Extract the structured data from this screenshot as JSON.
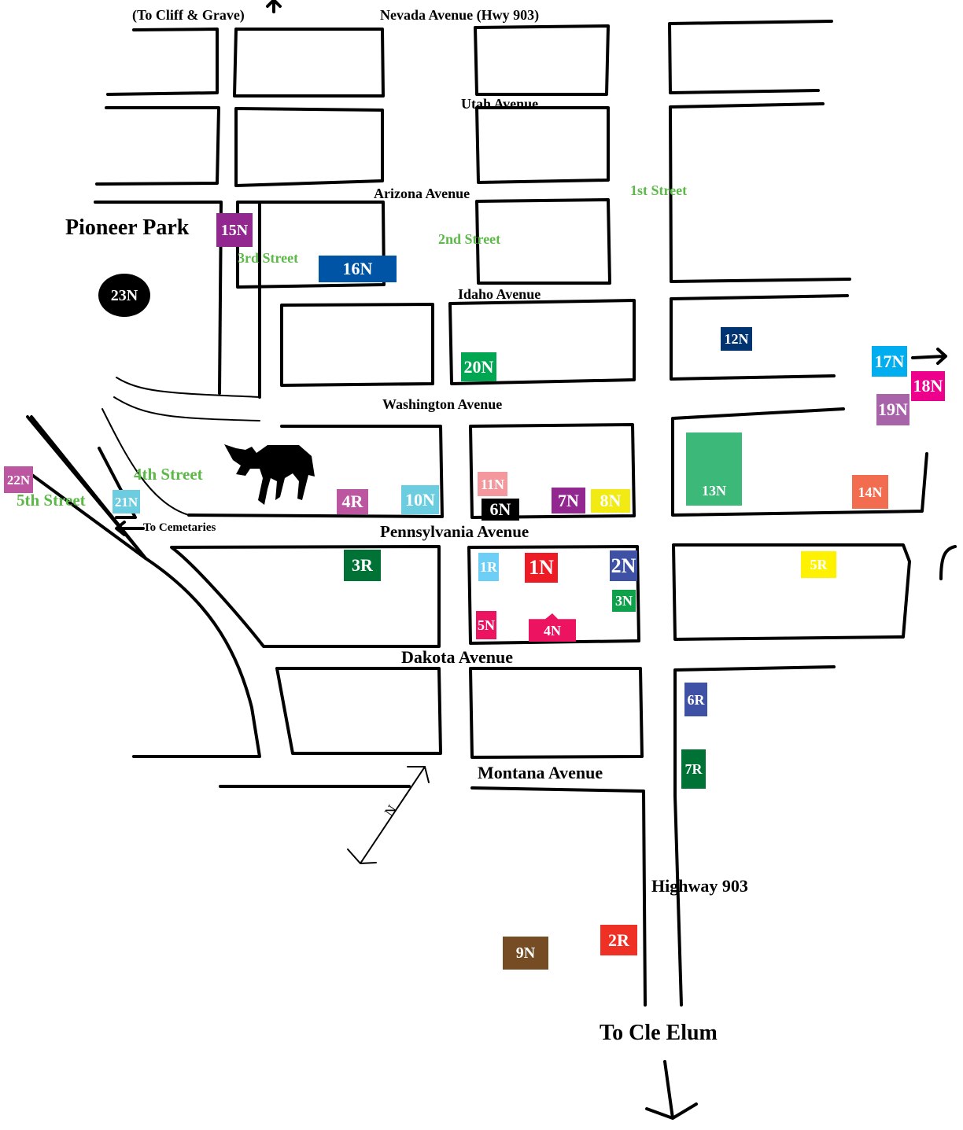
{
  "map": {
    "labels": {
      "to_cliff_grave": "(To Cliff & Grave)",
      "nevada": "Nevada Avenue (Hwy 903)",
      "utah": "Utah Avenue",
      "arizona": "Arizona Avenue",
      "idaho": "Idaho Avenue",
      "washington": "Washington Avenue",
      "pennsylvania": "Pennsylvania Avenue",
      "dakota": "Dakota Avenue",
      "montana": "Montana Avenue",
      "highway": "Highway 903",
      "to_cle_elum": "To Cle Elum",
      "to_cemetaries": "To Cemetaries",
      "pioneer_park": "Pioneer Park",
      "first_street": "1st Street",
      "second_street": "2nd Street",
      "third_street": "3rd Street",
      "fourth_street": "4th Street",
      "fifth_street": "5th Street",
      "north_letter": "N"
    },
    "markers": [
      {
        "id": "1N",
        "color": "#ed1c24"
      },
      {
        "id": "2N",
        "color": "#3f51a5"
      },
      {
        "id": "3N",
        "color": "#0ea04b"
      },
      {
        "id": "4N",
        "color": "#ec1461"
      },
      {
        "id": "5N",
        "color": "#ec1461"
      },
      {
        "id": "6N",
        "color": "#000000"
      },
      {
        "id": "7N",
        "color": "#92278f"
      },
      {
        "id": "8N",
        "color": "#f2ea13"
      },
      {
        "id": "9N",
        "color": "#754c24"
      },
      {
        "id": "10N",
        "color": "#6ccde0"
      },
      {
        "id": "11N",
        "color": "#f5989d"
      },
      {
        "id": "12N",
        "color": "#003471"
      },
      {
        "id": "13N",
        "color": "#3cb878"
      },
      {
        "id": "14N",
        "color": "#f26d50"
      },
      {
        "id": "15N",
        "color": "#92278f"
      },
      {
        "id": "16N",
        "color": "#0054a6"
      },
      {
        "id": "17N",
        "color": "#00aeef"
      },
      {
        "id": "18N",
        "color": "#ec008c"
      },
      {
        "id": "19N",
        "color": "#a864a8"
      },
      {
        "id": "20N",
        "color": "#00a651"
      },
      {
        "id": "21N",
        "color": "#6ccde0"
      },
      {
        "id": "22N",
        "color": "#bd56a1"
      },
      {
        "id": "23N",
        "color": "#000000"
      },
      {
        "id": "1R",
        "color": "#6dcff6"
      },
      {
        "id": "2R",
        "color": "#ee3124"
      },
      {
        "id": "3R",
        "color": "#007236"
      },
      {
        "id": "4R",
        "color": "#bd56a1"
      },
      {
        "id": "5R",
        "color": "#fff200"
      },
      {
        "id": "6R",
        "color": "#3f51a5"
      },
      {
        "id": "7R",
        "color": "#007236"
      }
    ]
  }
}
